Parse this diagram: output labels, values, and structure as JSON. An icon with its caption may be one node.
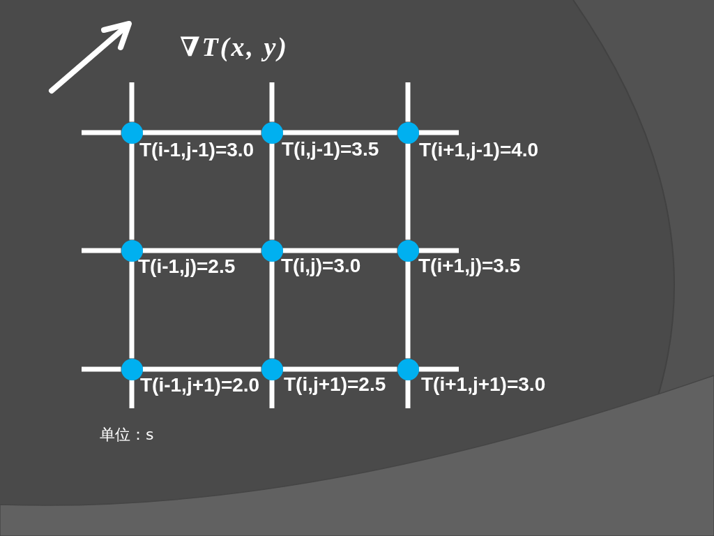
{
  "diagram": {
    "title": "∇T(x, y)",
    "nodes": [
      {
        "text": [],
        "shape": "circle",
        "beside": [
          "T(i-1,j-1)=3.0"
        ]
      },
      {
        "text": [],
        "shape": "circle",
        "beside": [
          "T(i,j-1)=3.5"
        ]
      },
      {
        "text": [],
        "shape": "circle",
        "beside": [
          "T(i+1,j-1)=4.0"
        ]
      },
      {
        "text": [],
        "shape": "circle",
        "beside": [
          "T(i-1,j)=2.5"
        ]
      },
      {
        "text": [],
        "shape": "circle",
        "beside": [
          "T(i,j)=3.0"
        ]
      },
      {
        "text": [],
        "shape": "circle",
        "beside": [
          "T(i+1,j)=3.5"
        ]
      },
      {
        "text": [],
        "shape": "circle",
        "beside": [
          "T(i-1,j+1)=2.0"
        ]
      },
      {
        "text": [],
        "shape": "circle",
        "beside": [
          "T(i,j+1)=2.5"
        ]
      },
      {
        "text": [],
        "shape": "circle",
        "beside": [
          "T(i+1,j+1)=3.0"
        ]
      }
    ],
    "edges": [
      {
        "from": 0,
        "to": 1,
        "arrow": "none"
      },
      {
        "from": 1,
        "to": 2,
        "arrow": "none"
      },
      {
        "from": 3,
        "to": 4,
        "arrow": "none"
      },
      {
        "from": 4,
        "to": 5,
        "arrow": "none"
      },
      {
        "from": 6,
        "to": 7,
        "arrow": "none"
      },
      {
        "from": 7,
        "to": 8,
        "arrow": "none"
      },
      {
        "from": 0,
        "to": 3,
        "arrow": "none"
      },
      {
        "from": 3,
        "to": 6,
        "arrow": "none"
      },
      {
        "from": 1,
        "to": 4,
        "arrow": "none"
      },
      {
        "from": 4,
        "to": 7,
        "arrow": "none"
      },
      {
        "from": 2,
        "to": 5,
        "arrow": "none"
      },
      {
        "from": 5,
        "to": 8,
        "arrow": "none"
      }
    ],
    "labels": [
      "单位：s"
    ]
  }
}
